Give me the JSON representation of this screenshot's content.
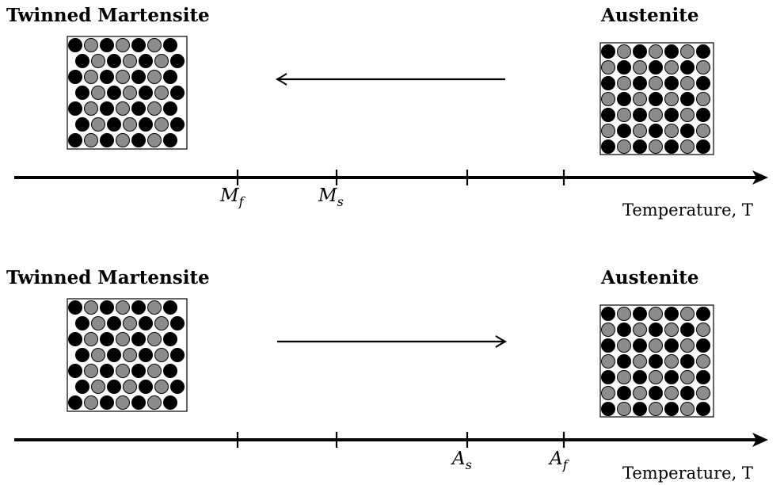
{
  "panels": [
    {
      "left_title": "Twinned Martensite",
      "right_title": "Austenite",
      "arrow_direction": "left",
      "axis_label": "Temperature, T",
      "ticks": [
        {
          "main": "M",
          "sub": "f"
        },
        {
          "main": "M",
          "sub": "s"
        },
        {
          "main": "",
          "sub": ""
        },
        {
          "main": "",
          "sub": ""
        }
      ]
    },
    {
      "left_title": "Twinned Martensite",
      "right_title": "Austenite",
      "arrow_direction": "right",
      "axis_label": "Temperature, T",
      "ticks": [
        {
          "main": "",
          "sub": ""
        },
        {
          "main": "",
          "sub": ""
        },
        {
          "main": "A",
          "sub": "s"
        },
        {
          "main": "A",
          "sub": "f"
        }
      ]
    }
  ],
  "colors": {
    "atom_dark": "#000000",
    "atom_light": "#8c8c8c",
    "line": "#000000"
  }
}
